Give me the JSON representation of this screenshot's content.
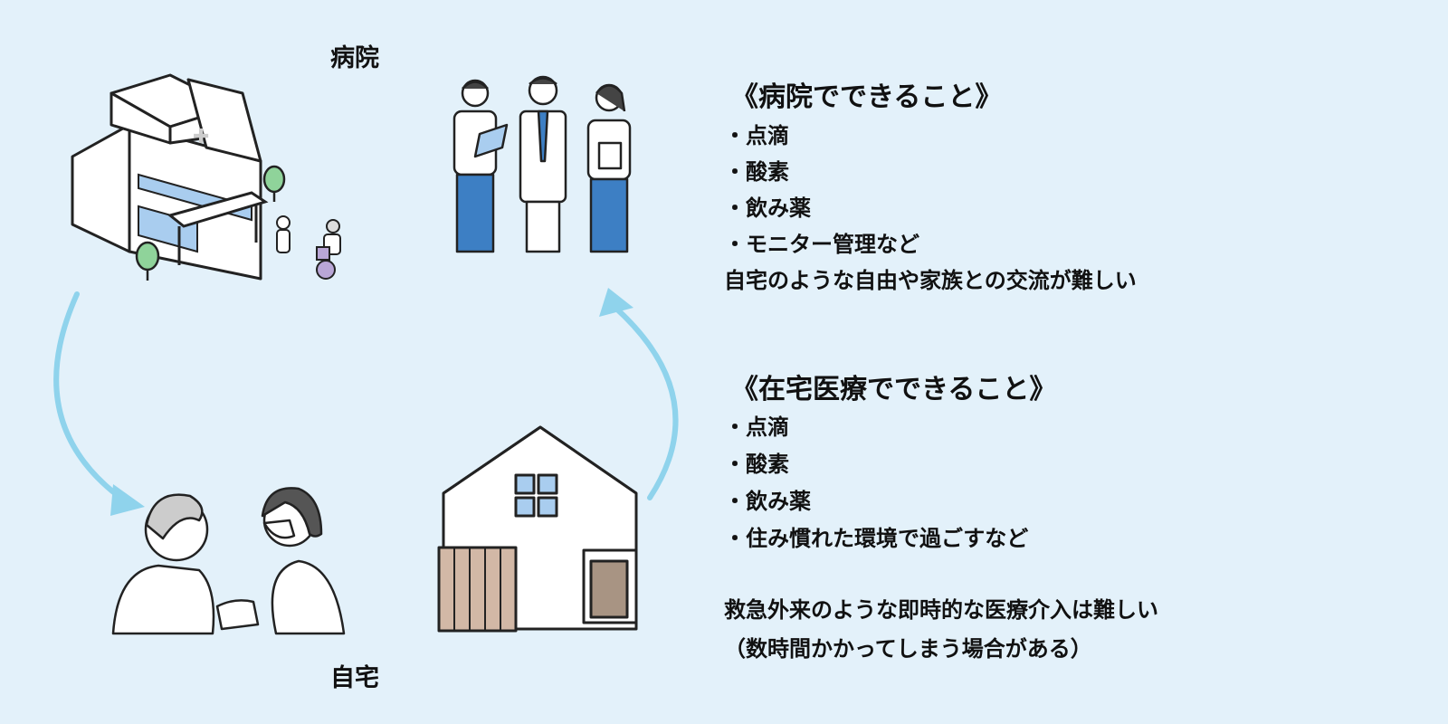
{
  "labels": {
    "hospital": "病院",
    "home": "自宅"
  },
  "hospital_section": {
    "heading": "《病院でできること》",
    "items": [
      "点滴",
      "酸素",
      "飲み薬",
      "モニター管理など"
    ],
    "note": "自宅のような自由や家族との交流が難しい"
  },
  "home_section": {
    "heading": "《在宅医療でできること》",
    "items": [
      "点滴",
      "酸素",
      "飲み薬",
      "住み慣れた環境で過ごすなど"
    ],
    "note_lines": [
      "救急外来のような即時的な医療介入は難しい",
      "（数時間かかってしまう場合がある）"
    ]
  },
  "colors": {
    "background": "#e3f1fa",
    "arrow": "#8fd3ec",
    "accent_blue": "#3d7fc4",
    "window": "#a9cdef"
  }
}
